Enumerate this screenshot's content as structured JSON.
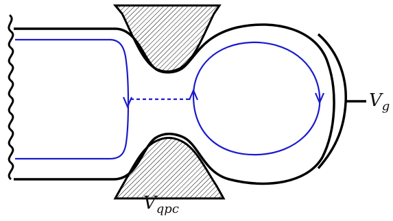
{
  "colors": {
    "gate": "#000000",
    "edge_channel": "#1a1acc",
    "hatch": "#000000",
    "background": "#ffffff"
  },
  "labels": {
    "gate_voltage": {
      "main": "V",
      "sub": "g"
    },
    "qpc_voltage": {
      "main": "V",
      "sub": "qpc"
    }
  }
}
